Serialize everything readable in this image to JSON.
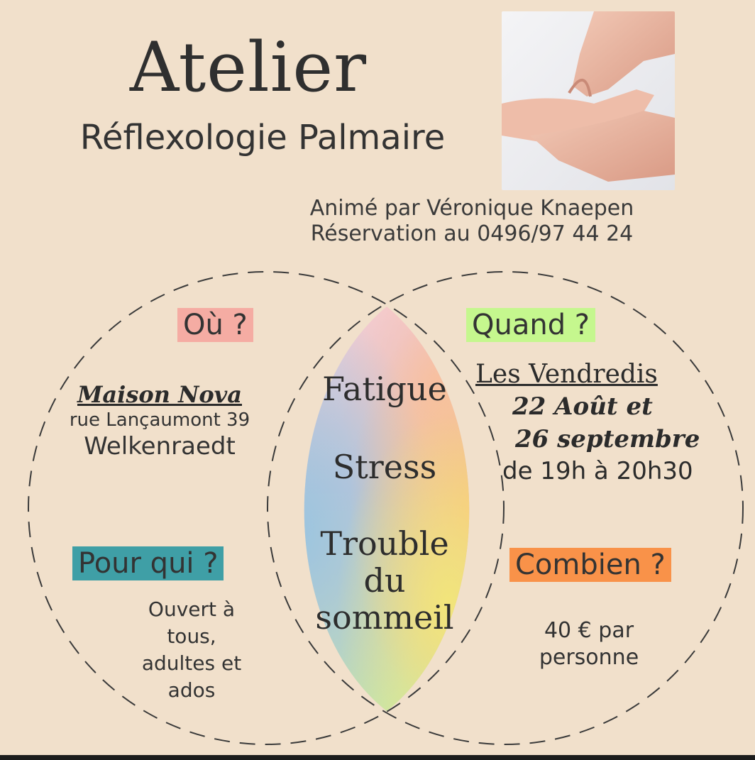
{
  "header": {
    "title": "Atelier",
    "subtitle": "Réflexologie Palmaire"
  },
  "contact": {
    "host": "Animé par Véronique Knaepen",
    "booking": "Réservation au 0496/97 44 24"
  },
  "where": {
    "label": "Où ?",
    "venue": "Maison Nova",
    "street": "rue Lançaumont 39",
    "city": "Welkenraedt"
  },
  "when": {
    "label": "Quand ?",
    "days": "Les Vendredis",
    "date1": "22 Août et",
    "date2": "26 septembre",
    "hours": "de 19h à 20h30"
  },
  "for_who": {
    "label": "Pour qui ?",
    "line1": "Ouvert à",
    "line2": "tous,",
    "line3": "adultes et",
    "line4": "ados"
  },
  "price": {
    "label": "Combien ?",
    "line1": "40 € par",
    "line2": "personne"
  },
  "center": {
    "word1": "Fatigue",
    "word2": "Stress",
    "word3a": "Trouble",
    "word3b": "du",
    "word3c": "sommeil"
  },
  "colors": {
    "background": "#f1e0cb",
    "where_label": "#f5aca3",
    "when_label": "#c5f78e",
    "for_who_label": "#3f9fa6",
    "price_label": "#f99249"
  },
  "photo": {
    "icon": "hands-massage-photo"
  }
}
